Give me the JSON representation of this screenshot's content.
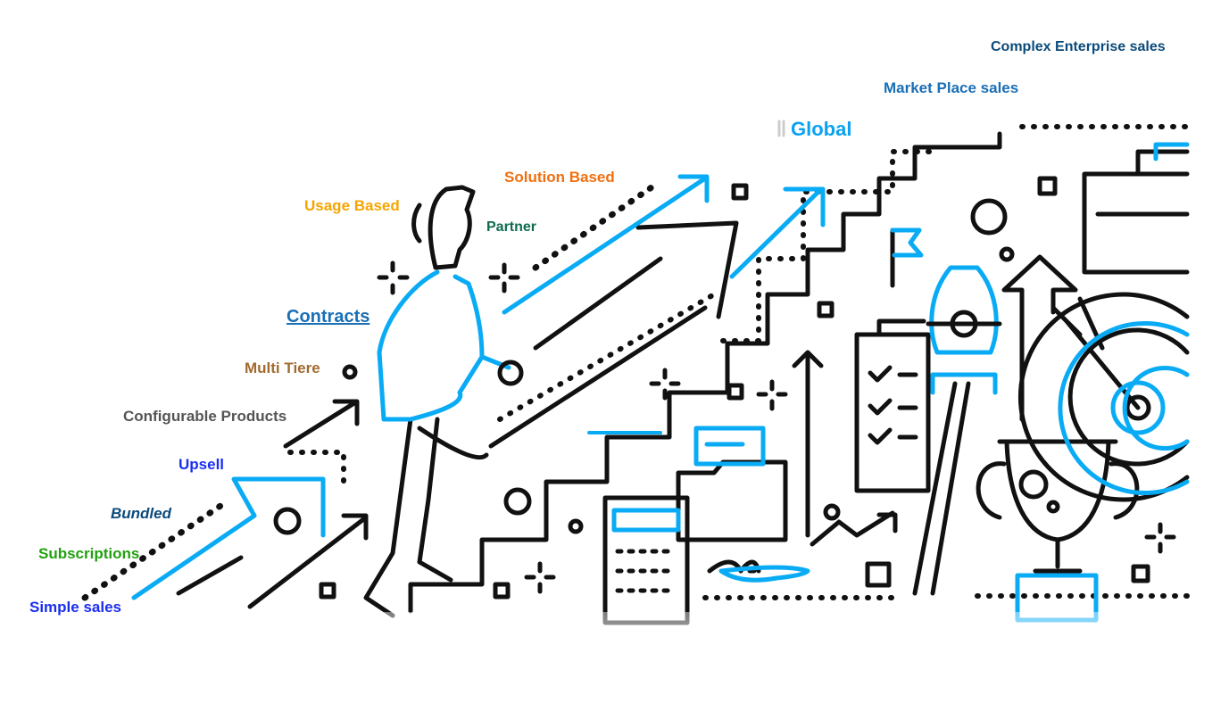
{
  "labels": {
    "complex_enterprise": "Complex Enterprise  sales",
    "market_place": "Market Place sales",
    "global": "Global",
    "solution_based": "Solution Based",
    "usage_based": "Usage Based",
    "partner": "Partner",
    "contracts": "Contracts",
    "multi_tiere": "Multi Tiere",
    "configurable_products": "Configurable Products",
    "upsell": "Upsell",
    "bundled": "Bundled",
    "subscriptions": "Subscriptions",
    "simple_sales": "Simple sales"
  },
  "colors": {
    "accent_blue": "#0aabf5",
    "line": "#111111"
  }
}
